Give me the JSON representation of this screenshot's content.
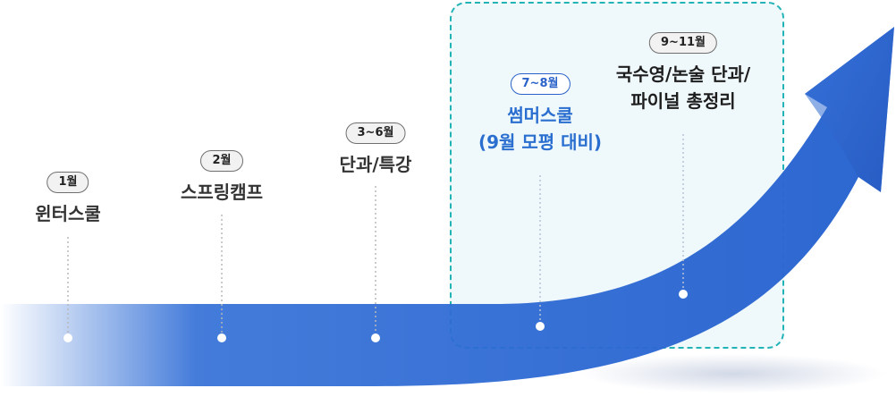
{
  "stages": [
    {
      "period": "1월",
      "title": [
        "윈터스쿨"
      ]
    },
    {
      "period": "2월",
      "title": [
        "스프링캠프"
      ]
    },
    {
      "period": "3~6월",
      "title": [
        "단과/특강"
      ]
    },
    {
      "period": "7~8월",
      "title": [
        "썸머스쿨",
        "(9월 모평 대비)"
      ]
    },
    {
      "period": "9~11월",
      "title": [
        "국수영/논술 단과/",
        "파이널 총정리"
      ]
    }
  ],
  "colors": {
    "arrow": "#2a62c9",
    "accent": "#2a6fd0",
    "highlight_border": "#22b3b6"
  }
}
